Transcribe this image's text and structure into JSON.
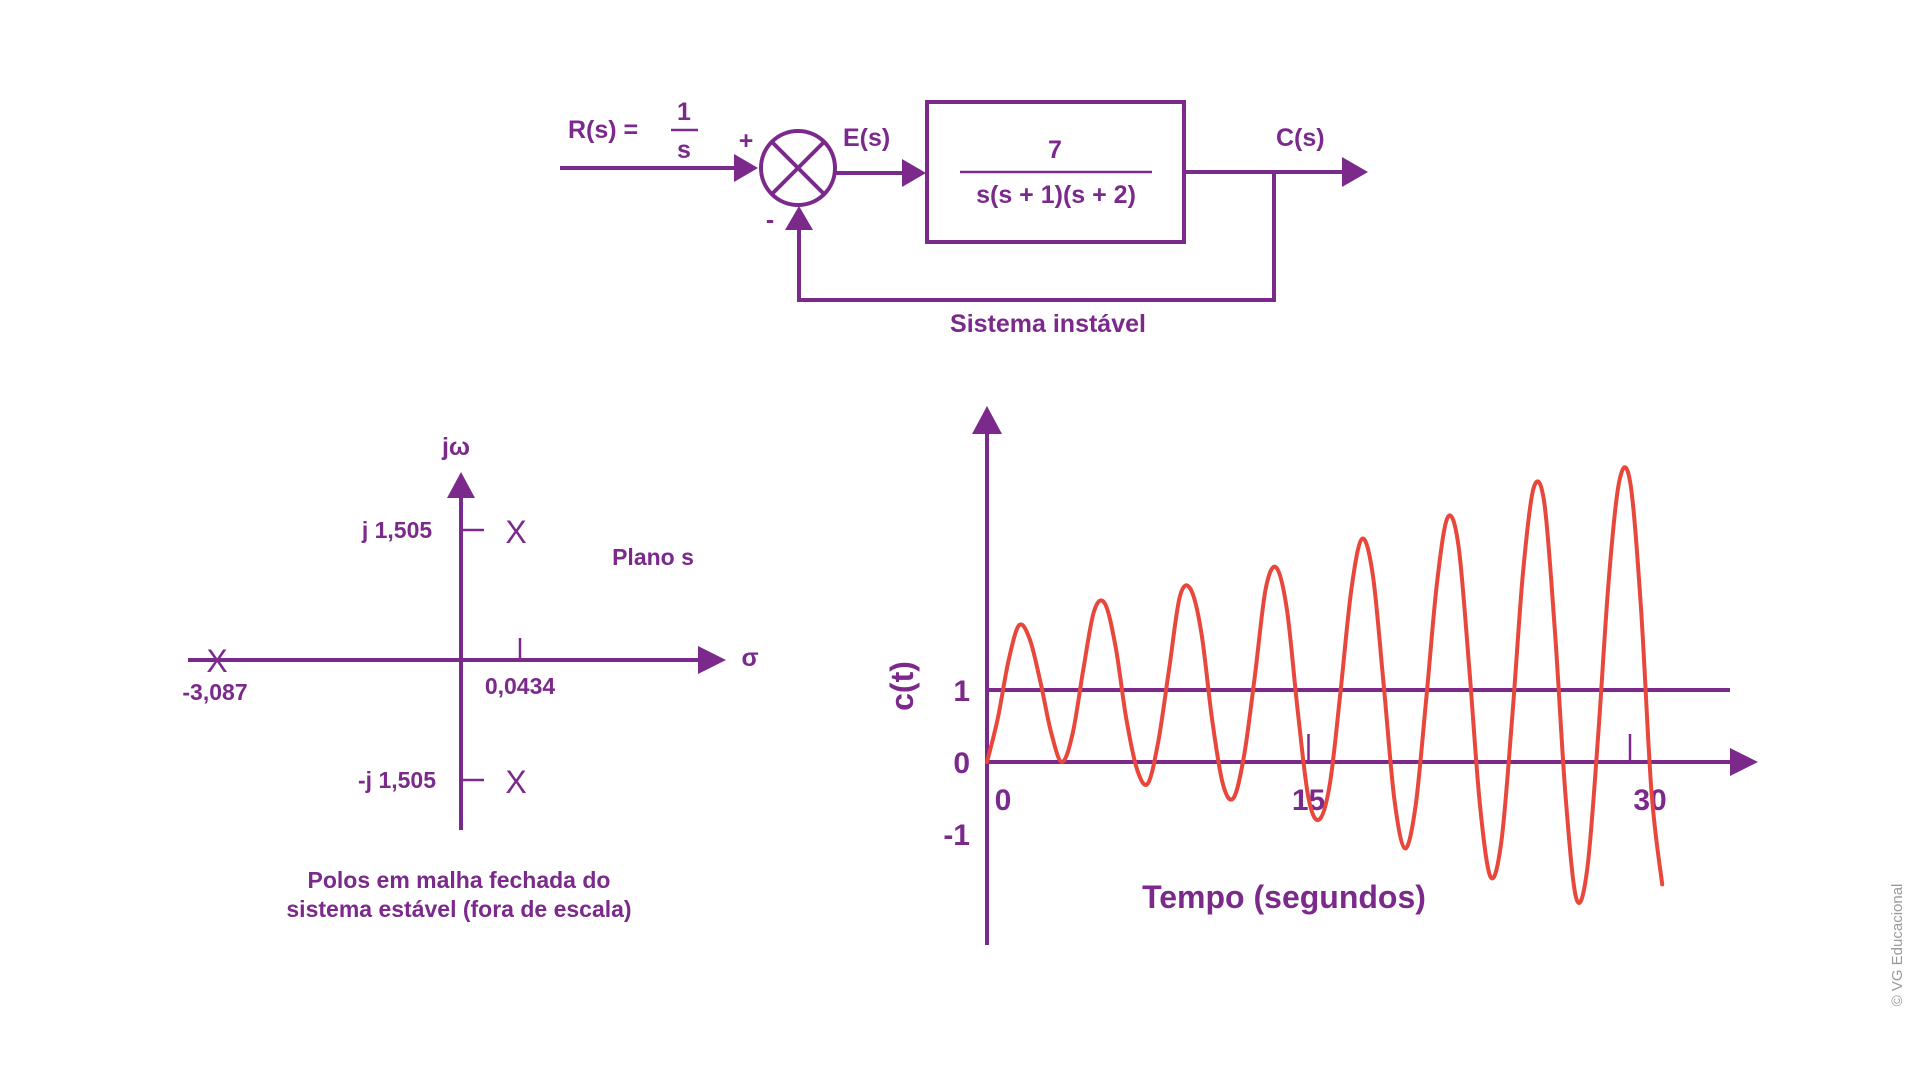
{
  "colors": {
    "primary": "#7b2a8c",
    "response": "#e8473c",
    "muted": "#9a9a9a"
  },
  "block_diagram": {
    "input_label": "R(s) =",
    "input_frac_num": "1",
    "input_frac_den": "s",
    "plus_sign": "+",
    "minus_sign": "-",
    "error_label": "E(s)",
    "tf_numerator": "7",
    "tf_denominator": "s(s + 1)(s + 2)",
    "output_label": "C(s)",
    "caption": "Sistema instável"
  },
  "s_plane": {
    "vertical_axis_label": "jω",
    "horizontal_axis_label": "σ",
    "plane_label": "Plano s",
    "upper_pole_label": "j 1,505",
    "lower_pole_label": "-j 1,505",
    "real_pole_label": "-3,087",
    "real_part_label": "0,0434",
    "pole_marker": "X",
    "caption_line1": "Polos em malha fechada do",
    "caption_line2": "sistema estável (fora de escala)"
  },
  "chart_data": {
    "type": "line",
    "ylabel": "c(t)",
    "xlabel": "Tempo (segundos)",
    "x_ticks": [
      "0",
      "15",
      "30"
    ],
    "y_ticks": [
      "1",
      "0",
      "-1"
    ],
    "reference_line_value": 1,
    "series": [
      {
        "x": [
          0,
          0.5,
          1.0,
          1.5,
          2.0,
          2.5,
          3.0,
          3.5,
          4.0,
          4.5,
          5.0,
          5.5,
          6.0,
          6.5,
          7.0,
          7.5,
          8.0,
          8.5,
          9.0,
          9.5,
          10.0,
          10.5,
          11.0,
          11.5,
          12.0,
          12.5,
          13.0,
          13.5,
          14.0,
          14.5,
          15.0,
          15.5,
          16.0,
          16.5,
          17.0,
          17.5,
          18.0,
          18.5,
          19.0,
          19.5,
          20.0,
          20.5,
          21.0,
          21.5,
          22.0,
          22.5,
          23.0,
          23.5,
          24.0,
          24.5,
          25.0,
          25.5,
          26.0,
          26.5,
          27.0,
          27.5,
          28.0,
          28.5,
          29.0,
          29.5,
          30.0,
          30.5,
          31.0,
          31.5
        ],
        "y": [
          0,
          0.6,
          1.4,
          1.9,
          1.7,
          1.1,
          0.4,
          0.0,
          0.4,
          1.3,
          2.1,
          2.2,
          1.6,
          0.6,
          -0.1,
          -0.3,
          0.3,
          1.3,
          2.3,
          2.4,
          1.8,
          0.6,
          -0.3,
          -0.5,
          0.1,
          1.2,
          2.4,
          2.7,
          2.1,
          0.7,
          -0.5,
          -0.8,
          -0.3,
          1.0,
          2.4,
          3.1,
          2.6,
          1.1,
          -0.5,
          -1.2,
          -0.6,
          0.9,
          2.5,
          3.4,
          3.0,
          1.3,
          -0.6,
          -1.6,
          -1.1,
          0.6,
          2.6,
          3.8,
          3.6,
          1.8,
          -0.5,
          -1.9,
          -1.5,
          0.3,
          2.5,
          3.9,
          3.9,
          2.2,
          -0.4,
          -1.7
        ]
      }
    ]
  },
  "copyright": "© VG Educacional"
}
